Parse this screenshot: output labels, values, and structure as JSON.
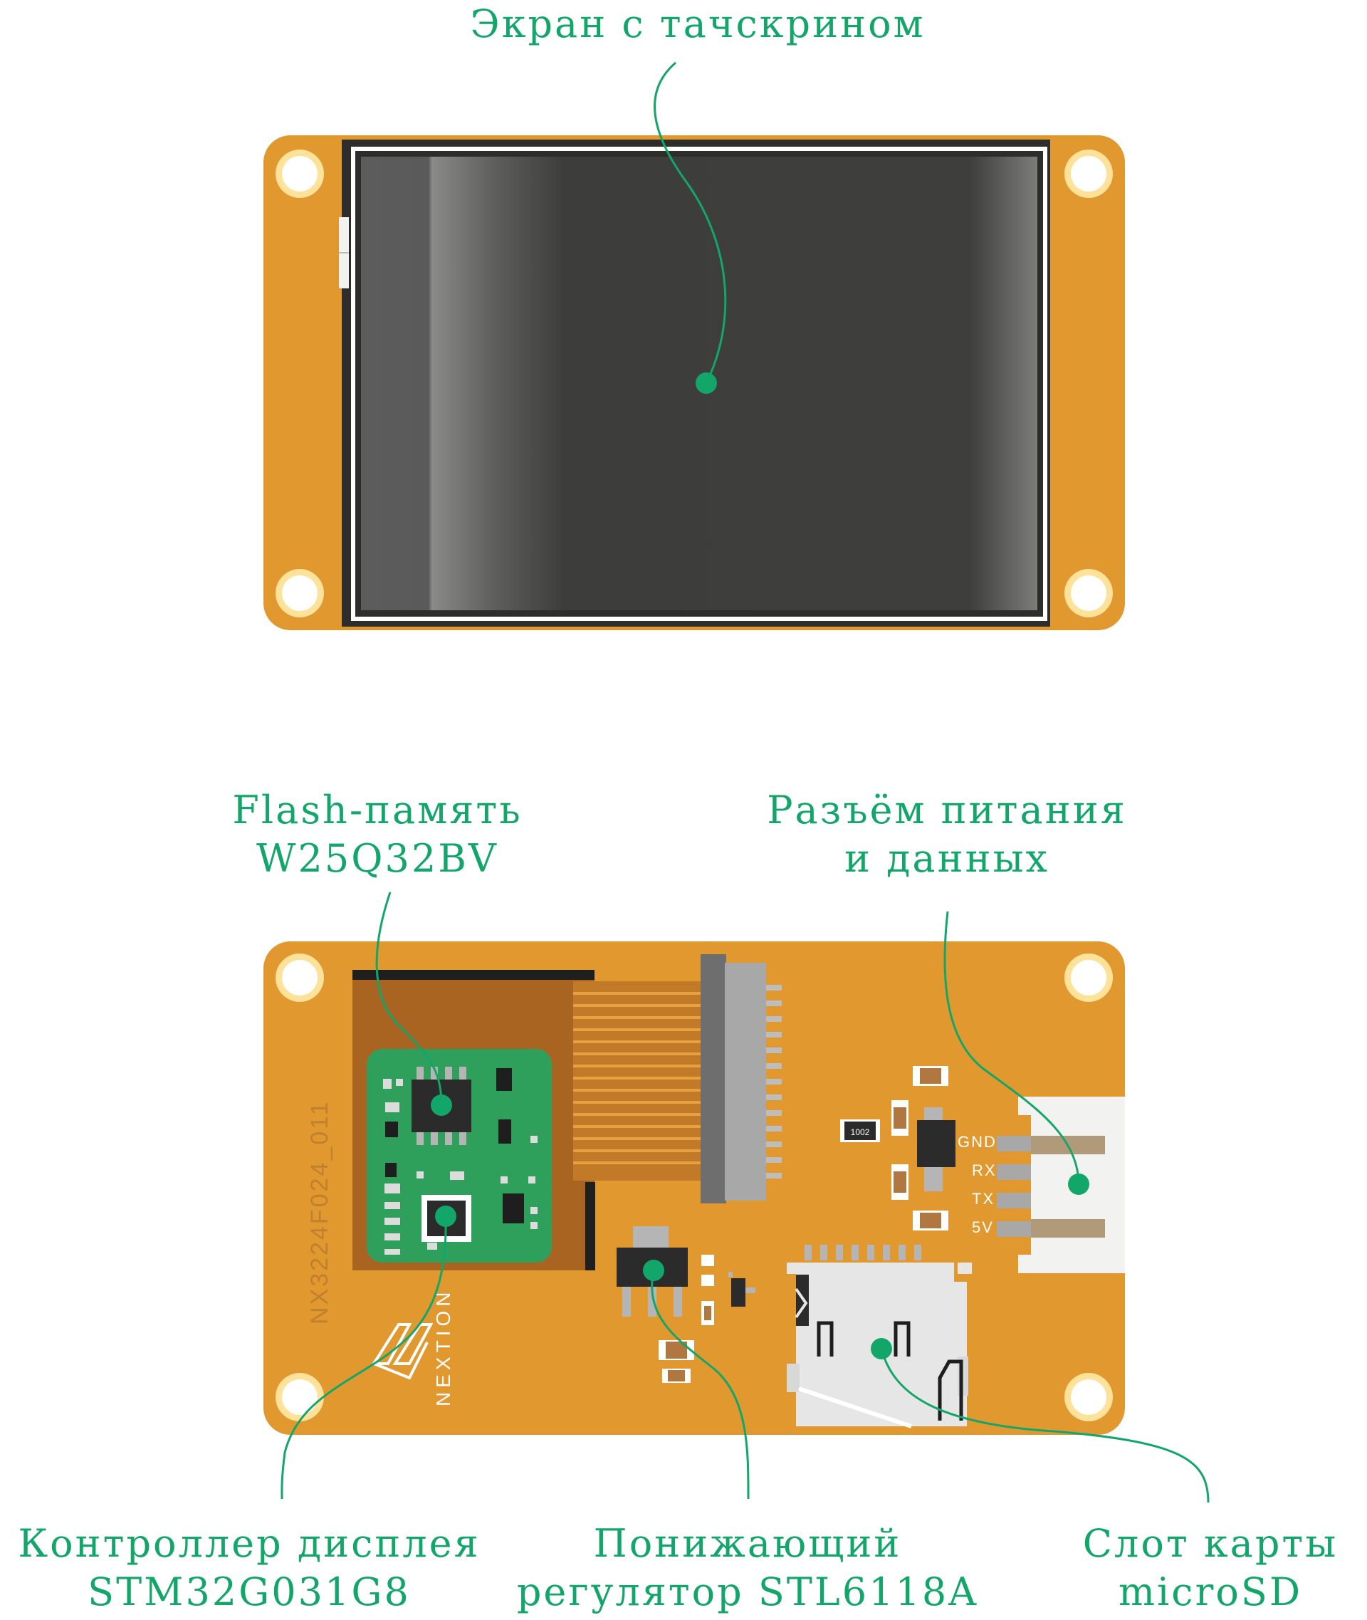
{
  "labels": {
    "screen": "Экран с тачскрином",
    "flash": [
      "Flash-память",
      "W25Q32BV"
    ],
    "power": [
      "Разъём питания",
      "и данных"
    ],
    "controller": [
      "Контроллер дисплея",
      "STM32G031G8"
    ],
    "regulator": [
      "Понижающий",
      "регулятор STL6118A"
    ],
    "microsd": [
      "Слот карты",
      "microSD"
    ]
  },
  "board": {
    "model": "NX3224F024_011",
    "brand": "NEXTION",
    "resistor_marking": "1002",
    "pins": [
      "GND",
      "RX",
      "TX",
      "5V"
    ]
  },
  "colors": {
    "pcb": "#e0982f",
    "label": "#13a66b",
    "screen": "#3c3c3a",
    "controller_board": "#2ea05c"
  }
}
